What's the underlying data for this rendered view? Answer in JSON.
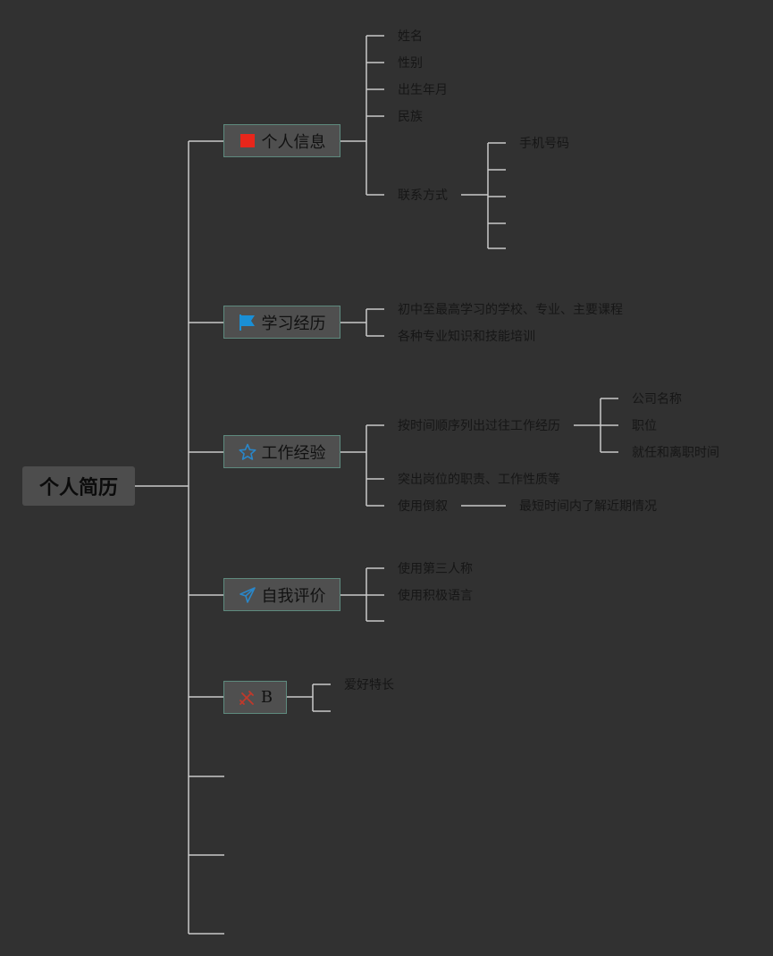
{
  "root": {
    "label": "个人简历"
  },
  "branches": [
    {
      "label": "个人信息",
      "icon": "red-square-flag-icon",
      "children": [
        "姓名",
        "性别",
        "出生年月",
        "民族",
        "联系方式"
      ],
      "contact": {
        "children": [
          "手机号码",
          "",
          "",
          "",
          ""
        ]
      }
    },
    {
      "label": "学习经历",
      "icon": "blue-flag-icon",
      "children": [
        "初中至最高学习的学校、专业、主要课程",
        "各种专业知识和技能培训"
      ]
    },
    {
      "label": "工作经验",
      "icon": "star-outline-icon",
      "children": [
        "按时间顺序列出过往工作经历",
        "突出岗位的职责、工作性质等",
        "使用倒叙"
      ],
      "work_history": {
        "children": [
          "公司名称",
          "职位",
          "就任和离职时间"
        ]
      },
      "reverse_note": "最短时间内了解近期情况"
    },
    {
      "label": "自我评价",
      "icon": "paper-plane-icon",
      "children": [
        "使用第三人称",
        "使用积极语言",
        ""
      ]
    },
    {
      "label": "B",
      "icon": "crossed-tools-icon",
      "children": [
        "爱好特长",
        ""
      ]
    }
  ],
  "colors": {
    "background": "#313131",
    "line": "#c9c9c9",
    "node_fill": "#4f4f4f",
    "node_border": "#5e8a7e",
    "flag_red": "#e8261b",
    "flag_blue": "#1a8fd6",
    "icon_blue": "#2a86c8",
    "tools_red": "#c0392b"
  }
}
